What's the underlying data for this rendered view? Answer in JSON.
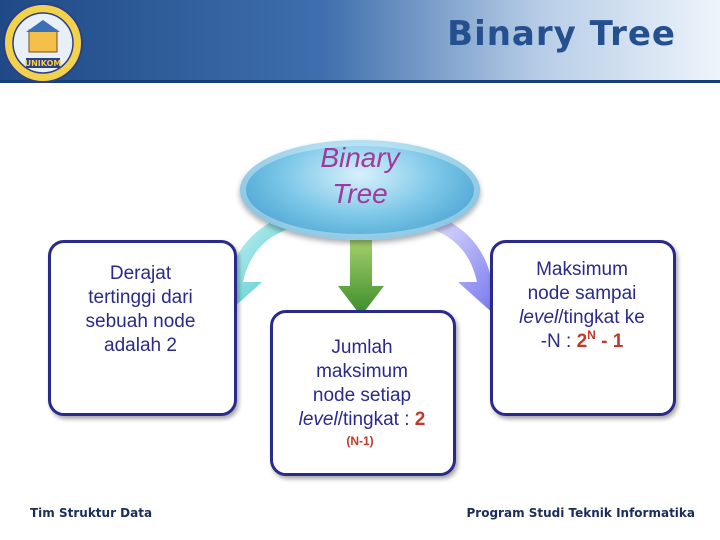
{
  "header": {
    "title": "Binary Tree",
    "logo_text": "UNIKOM"
  },
  "center": {
    "line1": "Binary",
    "line2": "Tree"
  },
  "cards": {
    "left": {
      "line1": "Derajat",
      "line2": "tertinggi dari",
      "line3": "sebuah node",
      "line4": "adalah 2"
    },
    "mid": {
      "line1": "Jumlah",
      "line2": "maksimum",
      "line3": "node setiap",
      "line4_italic": "level",
      "line4_rest": "/tingkat : ",
      "line4_value": "2",
      "exponent": "(N-1)"
    },
    "right": {
      "line1": "Maksimum",
      "line2": "node sampai",
      "line3_italic": "level",
      "line3_rest": "/tingkat ke",
      "line4_prefix": "-N : ",
      "line4_base": "2",
      "line4_exp": "N",
      "line4_suffix": " - 1"
    }
  },
  "footer": {
    "left": "Tim Struktur Data",
    "right": "Program Studi Teknik Informatika"
  },
  "colors": {
    "header": "#1f4a86",
    "card_border": "#2a2a8a",
    "accent_text": "#a03a9d",
    "value": "#c0392b"
  }
}
